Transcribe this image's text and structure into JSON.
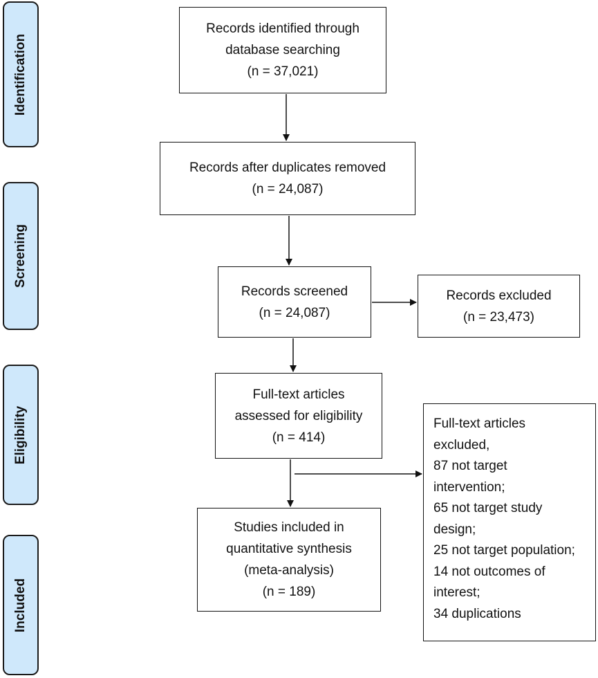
{
  "stages": [
    {
      "label": "Identification"
    },
    {
      "label": "Screening"
    },
    {
      "label": "Eligibility"
    },
    {
      "label": "Included"
    }
  ],
  "boxes": {
    "identified": {
      "lines": [
        "Records identified through",
        "database searching",
        "(n = 37,021)"
      ]
    },
    "dedup": {
      "lines": [
        "Records after duplicates removed",
        "(n = 24,087)"
      ]
    },
    "screened": {
      "lines": [
        "Records screened",
        "(n = 24,087)"
      ]
    },
    "excluded": {
      "lines": [
        "Records excluded",
        "(n = 23,473)"
      ]
    },
    "fulltext": {
      "lines": [
        "Full-text articles",
        "assessed for eligibility",
        "(n = 414)"
      ]
    },
    "fulltext_excluded": {
      "lines": [
        "Full-text articles",
        "excluded,",
        "87 not target",
        "intervention;",
        "65 not target study",
        "design;",
        "25 not target population;",
        "14 not outcomes of",
        "interest;",
        "34 duplications"
      ]
    },
    "included": {
      "lines": [
        "Studies included in",
        "quantitative synthesis",
        "(meta-analysis)",
        "(n = 189)"
      ]
    }
  }
}
